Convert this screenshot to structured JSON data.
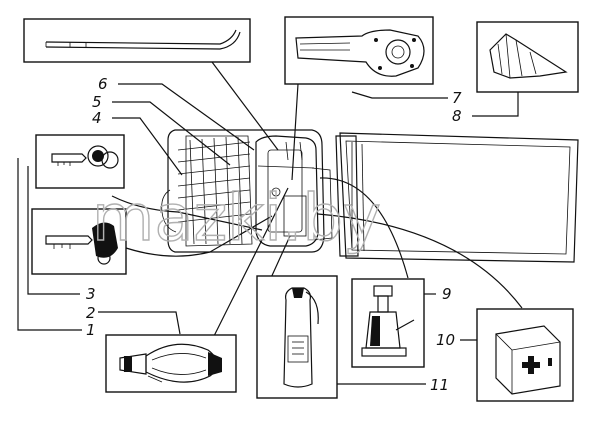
{
  "diagram": {
    "callouts": [
      {
        "id": "1",
        "label": "1"
      },
      {
        "id": "2",
        "label": "2"
      },
      {
        "id": "3",
        "label": "3"
      },
      {
        "id": "4",
        "label": "4"
      },
      {
        "id": "5",
        "label": "5"
      },
      {
        "id": "6",
        "label": "6"
      },
      {
        "id": "7",
        "label": "7"
      },
      {
        "id": "8",
        "label": "8"
      },
      {
        "id": "9",
        "label": "9"
      },
      {
        "id": "10",
        "label": "10"
      },
      {
        "id": "11",
        "label": "11"
      }
    ],
    "watermark": "mazki.by",
    "items": {
      "crank_handle": "crank-handle-icon",
      "wheel_wrench": "wheel-nut-wrench-icon",
      "wheel_chock": "wheel-chock-icon",
      "key_small": "key-icon",
      "key_large": "key-icon",
      "hand_pump": "hand-pump-icon",
      "fire_extinguisher": "fire-extinguisher-icon",
      "hydraulic_jack": "hydraulic-jack-icon",
      "first_aid_kit": "first-aid-kit-icon",
      "truck": "truck-top-view"
    },
    "colors": {
      "ink": "#111111",
      "watermark": "#b0b0b0",
      "background": "#ffffff"
    }
  }
}
